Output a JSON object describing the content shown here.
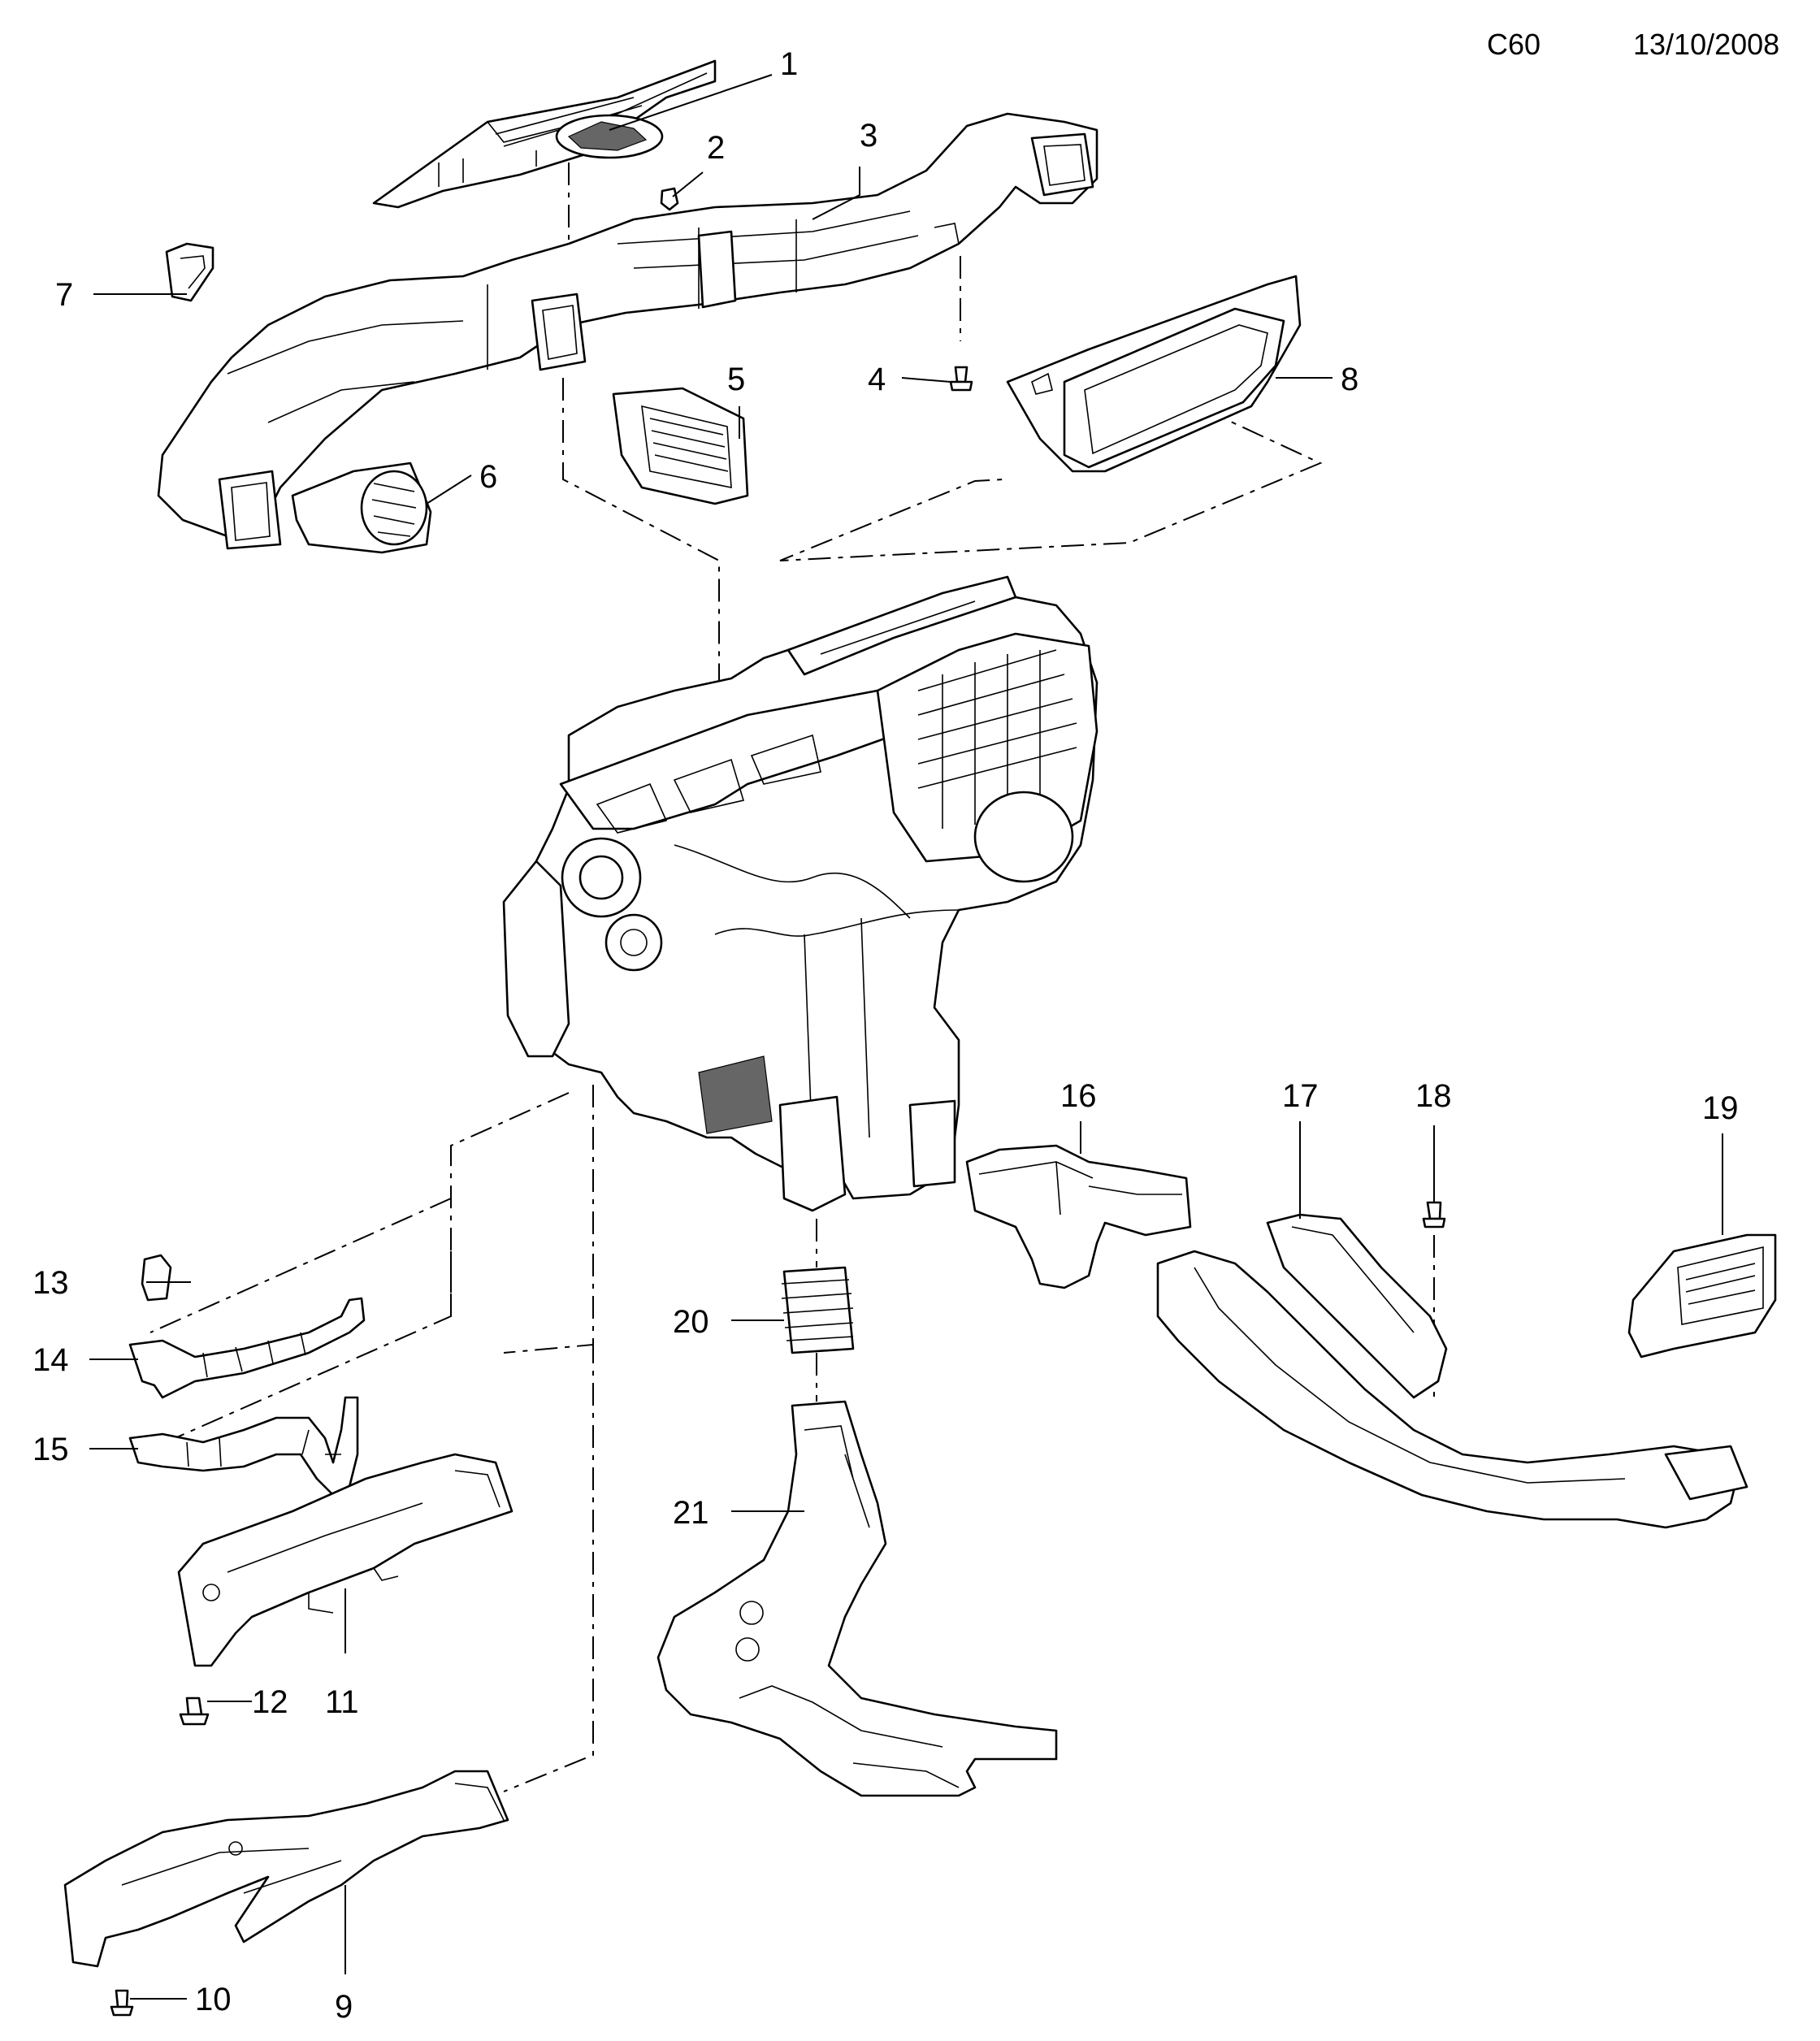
{
  "header": {
    "code": "C60",
    "date": "13/10/2008"
  },
  "callouts": [
    "1",
    "2",
    "3",
    "4",
    "5",
    "6",
    "7",
    "8",
    "9",
    "10",
    "11",
    "12",
    "13",
    "14",
    "15",
    "16",
    "17",
    "18",
    "19",
    "20",
    "21"
  ]
}
